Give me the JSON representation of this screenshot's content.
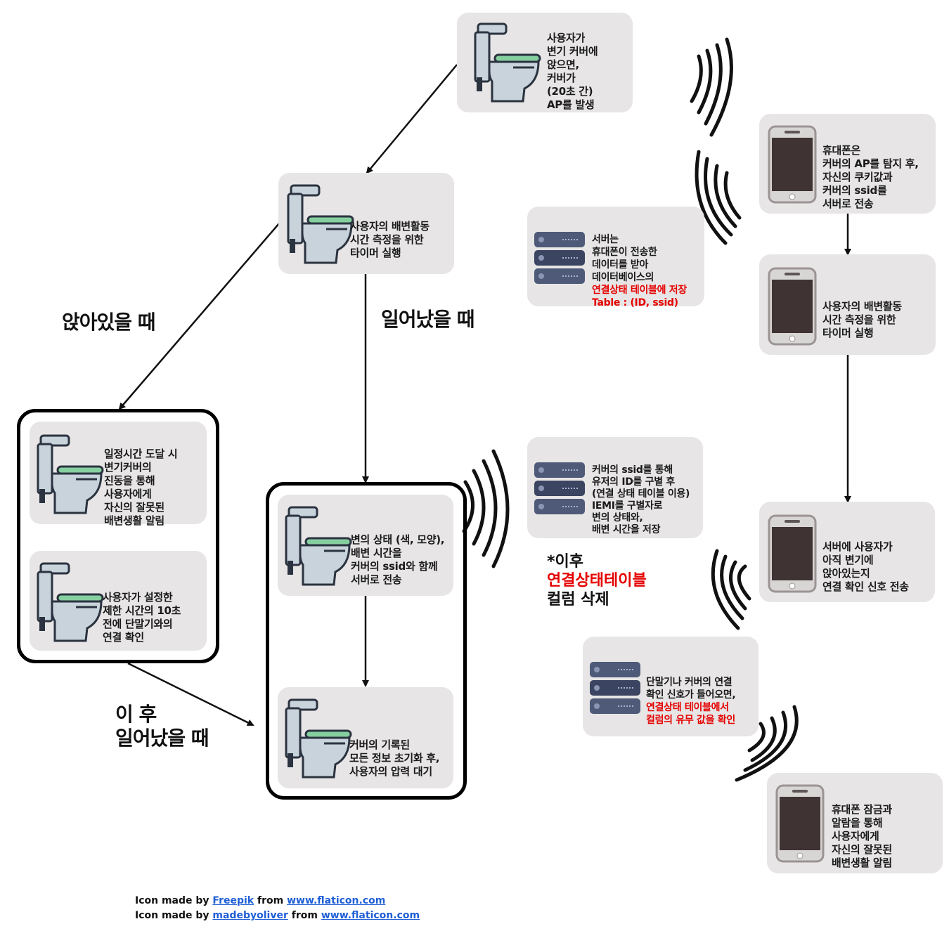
{
  "cards": {
    "cover_ap": [
      "사용자가",
      "변기 커버에",
      "앉으면,",
      "커버가",
      "(20초 간)",
      "AP를 발생"
    ],
    "timer_cover": [
      "사용자의 배변활동",
      "시간 측정을 위한",
      "타이머 실행"
    ],
    "sit_alert": [
      "일정시간 도달 시",
      "변기커버의",
      "진동을 통해",
      "사용자에게",
      "자신의 잘못된",
      "배변생활 알림"
    ],
    "sit_check": [
      "사용자가 설정한",
      "제한 시간의 10초",
      "전에 단말기와의",
      "연결 확인"
    ],
    "stand_send": [
      "변의 상태 (색, 모양),",
      "배변 시간을",
      "커버의 ssid와 함께",
      "서버로 전송"
    ],
    "stand_reset": [
      "커버의 기록된",
      "모든 정보 초기화 후,",
      "사용자의 압력 대기"
    ],
    "server_store": [
      "서버는",
      "휴대폰이 전송한",
      "데이터를 받아",
      "데이터베이스의"
    ],
    "server_store_red": [
      "연결상태 테이블에 저장",
      "Table : (ID, ssid)"
    ],
    "server_identify": [
      "커버의 ssid를 통해",
      "유저의 ID를 구별 후",
      "(연결 상태 테이블 이용)",
      "IEMI를 구별자로",
      "변의 상태와,",
      "배변 시간을 저장"
    ],
    "server_check": [
      "단말기나 커버의 연결",
      "확인 신호가 들어오면,"
    ],
    "server_check_red": [
      "연결상태 테이블에서",
      "컬럼의 유무 값을 확인"
    ],
    "phone_detect": [
      "휴대폰은",
      "커버의 AP를 탐지 후,",
      "자신의 쿠키값과",
      "커버의 ssid를",
      "서버로 전송"
    ],
    "phone_timer": [
      "사용자의 배변활동",
      "시간 측정을 위한",
      "타이머 실행"
    ],
    "phone_signal": [
      "서버에 사용자가",
      "아직 변기에",
      "앉아있는지",
      "연결 확인 신호 전송"
    ],
    "phone_lock": [
      "휴대폰 잠금과",
      "알람을 통해",
      "사용자에게",
      "자신의 잘못된",
      "배변생활 알림"
    ]
  },
  "labels": {
    "sitting": "앉아있을 때",
    "standing": "일어났을 때",
    "after_standing": "이 후\n일어났을 때"
  },
  "note": {
    "line1": "*이후",
    "line2_red": "연결상태테이블",
    "line3": "컬럼 삭제"
  },
  "credits": [
    {
      "prefix": "Icon made by",
      "author": "Freepik",
      "from": "from",
      "site": "www.flaticon.com"
    },
    {
      "prefix": "Icon made by",
      "author": "madebyoliver",
      "from": "from",
      "site": "www.flaticon.com"
    }
  ],
  "colors": {
    "card_bg": "#e7e5e5",
    "accent_red": "#e60000",
    "toilet_body": "#c9d3dc",
    "toilet_seat": "#86d0a0",
    "phone_screen": "#3f3334",
    "server_body": "#4e5a78",
    "link": "#1f5fd6"
  },
  "icons": {
    "toilet": "toilet-icon",
    "phone": "smartphone-icon",
    "server": "server-rack-icon",
    "wifi": "wireless-signal-icon"
  }
}
